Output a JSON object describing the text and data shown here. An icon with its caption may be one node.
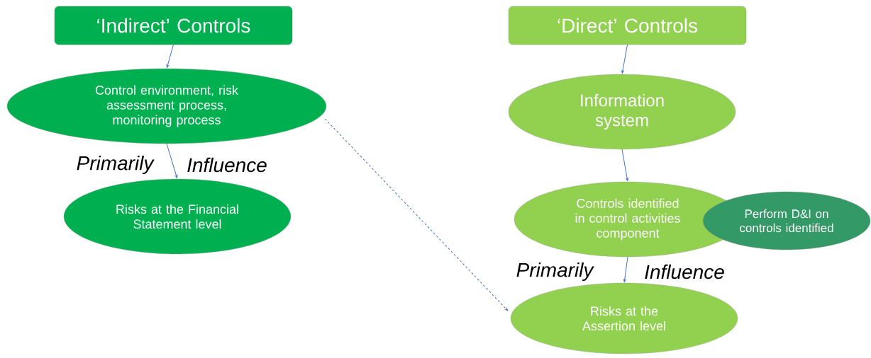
{
  "diagram": {
    "nodes": [
      {
        "text": [
          "‘Indirect’ Controls"
        ]
      },
      {
        "text": [
          "Control environment, risk assessment process, monitoring process"
        ]
      },
      {
        "text": [
          "Risks at the Financial Statement level"
        ]
      },
      {
        "text": [
          "‘Direct’ Controls"
        ]
      },
      {
        "text": [
          "Information system"
        ]
      },
      {
        "text": [
          "Controls identified in control activities component"
        ]
      },
      {
        "text": [
          "Perform D&I on controls identified"
        ]
      },
      {
        "text": [
          "Risks at the Assertion level"
        ]
      }
    ],
    "edges": [
      {
        "from": 0,
        "to": 1,
        "arrow": "to"
      },
      {
        "from": 1,
        "to": 2,
        "arrow": "to"
      },
      {
        "from": 1,
        "to": 7,
        "arrow": "to",
        "style": "dashed"
      },
      {
        "from": 3,
        "to": 4,
        "arrow": "to"
      },
      {
        "from": 4,
        "to": 5,
        "arrow": "to"
      },
      {
        "from": 5,
        "to": 7,
        "arrow": "to"
      }
    ],
    "labels": [
      "Primarily",
      "Influence",
      "Primarily",
      "Influence"
    ]
  }
}
